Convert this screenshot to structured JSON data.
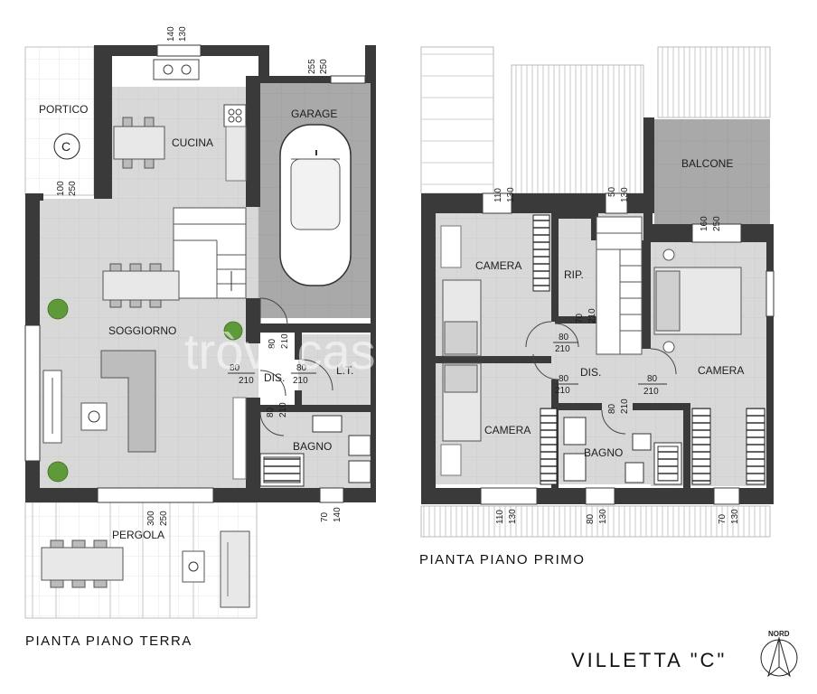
{
  "ground_floor": {
    "title": "PIANTA PIANO TERRA",
    "rooms": {
      "portico": "PORTICO",
      "portico_badge": "C",
      "cucina": "CUCINA",
      "garage": "GARAGE",
      "soggiorno": "SOGGIORNO",
      "dis": "DIS.",
      "lt": "L.T.",
      "bagno": "BAGNO",
      "pergola": "PERGOLA"
    },
    "dims": {
      "kitchen_window": [
        "140",
        "130"
      ],
      "garage_door": [
        "255",
        "250"
      ],
      "portico_opening": [
        "100",
        "250"
      ],
      "door_soggiorno_dis": [
        "80",
        "210"
      ],
      "door_garage_dis": [
        "80",
        "210"
      ],
      "door_lt": [
        "80",
        "210"
      ],
      "door_bagno": [
        "80",
        "210"
      ],
      "bagno_window": [
        "70",
        "140"
      ],
      "pergola_opening": [
        "300",
        "250"
      ]
    }
  },
  "first_floor": {
    "title": "PIANTA PIANO PRIMO",
    "rooms": {
      "balcone": "BALCONE",
      "camera_nw": "CAMERA",
      "rip": "RIP.",
      "camera_e": "CAMERA",
      "dis": "DIS.",
      "camera_sw": "CAMERA",
      "bagno": "BAGNO"
    },
    "dims": {
      "camera_nw_window": [
        "110",
        "130"
      ],
      "stair_window": [
        "50",
        "130"
      ],
      "balcone_door": [
        "160",
        "250"
      ],
      "door_rip": [
        "70",
        "210"
      ],
      "door_camera_nw": [
        "80",
        "210"
      ],
      "door_camera_sw": [
        "80",
        "210"
      ],
      "door_camera_e": [
        "80",
        "210"
      ],
      "door_bagno": [
        "80",
        "210"
      ],
      "camera_sw_window": [
        "110",
        "130"
      ],
      "bagno_window": [
        "80",
        "130"
      ],
      "camera_e_window": [
        "70",
        "130"
      ]
    }
  },
  "project_title": "VILLETTA \"C\"",
  "north_label": "NORD",
  "watermark": "tròvacasa",
  "colors": {
    "wall": "#3a3a3a",
    "floor_interior": "#d6d6d6",
    "floor_garage": "#a8a8a8",
    "floor_outdoor": "#ffffff"
  }
}
